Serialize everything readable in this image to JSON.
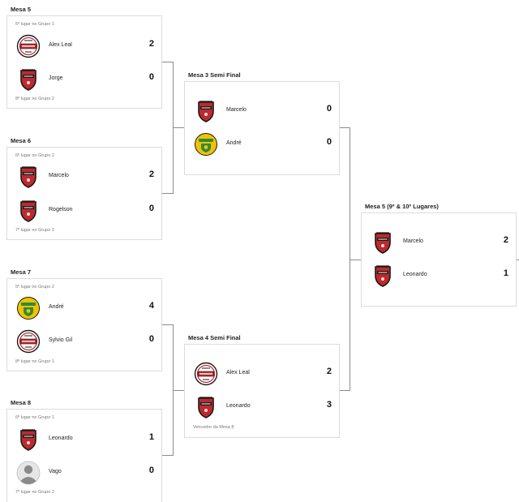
{
  "matches": [
    {
      "title": "Mesa 5",
      "note_top": "5º lugar no Grupo 1",
      "note_bottom": "8º lugar no Grupo 2",
      "players": [
        {
          "name": "Alex Leal",
          "score": "2",
          "badge": "bangu-crest-icon"
        },
        {
          "name": "Jorge",
          "score": "0",
          "badge": "red-crest-icon"
        }
      ]
    },
    {
      "title": "Mesa 6",
      "note_top": "6º lugar no Grupo 2",
      "note_bottom": "7º lugar no Grupo 1",
      "players": [
        {
          "name": "Marcelo",
          "score": "2",
          "badge": "red-crest-icon"
        },
        {
          "name": "Rogelson",
          "score": "0",
          "badge": "red-crest-icon"
        }
      ]
    },
    {
      "title": "Mesa 7",
      "note_top": "5º lugar no Grupo 2",
      "note_bottom": "8º lugar no Grupo 1",
      "players": [
        {
          "name": "André",
          "score": "4",
          "badge": "yellow-green-crest-icon"
        },
        {
          "name": "Sylvio Gil",
          "score": "0",
          "badge": "bangu-crest-icon"
        }
      ]
    },
    {
      "title": "Mesa 8",
      "note_top": "6º lugar no Grupo 1",
      "note_bottom": "7º lugar no Grupo 2",
      "players": [
        {
          "name": "Leonardo",
          "score": "1",
          "badge": "red-crest-icon"
        },
        {
          "name": "Vago",
          "score": "0",
          "badge": "avatar-placeholder-icon"
        }
      ]
    },
    {
      "title": "Mesa 3 Semi Final",
      "note_top": "",
      "note_bottom": "",
      "players": [
        {
          "name": "Marcelo",
          "score": "0",
          "badge": "red-crest-icon"
        },
        {
          "name": "André",
          "score": "0",
          "badge": "yellow-green-crest-icon"
        }
      ]
    },
    {
      "title": "Mesa 4 Semi Final",
      "note_top": "",
      "note_bottom": "Vencedor da Mesa 8",
      "players": [
        {
          "name": "Alex Leal",
          "score": "2",
          "badge": "bangu-crest-icon"
        },
        {
          "name": "Leonardo",
          "score": "3",
          "badge": "red-crest-icon"
        }
      ]
    },
    {
      "title": "Mesa 5 (9º & 10º Lugares)",
      "note_top": "",
      "note_bottom": "",
      "players": [
        {
          "name": "Marcelo",
          "score": "2",
          "badge": "red-crest-icon"
        },
        {
          "name": "Leonardo",
          "score": "1",
          "badge": "red-crest-icon"
        }
      ]
    }
  ],
  "colors": {
    "crest_red": "#c0282d",
    "crest_dark": "#1a1a1a",
    "crest_yellow": "#f2c200",
    "crest_green": "#2e8b3e",
    "connector": "#8c8c8c"
  }
}
